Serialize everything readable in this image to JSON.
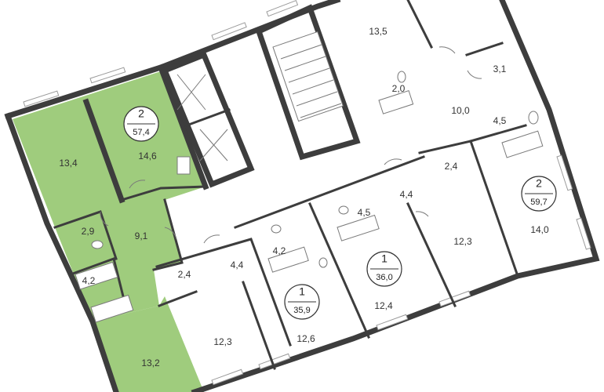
{
  "colors": {
    "highlight": "#9fcc7d",
    "wall": "#3d3d3d",
    "background": "#ffffff"
  },
  "apartments": [
    {
      "rooms": "2",
      "area": "57,4"
    },
    {
      "rooms": "2",
      "area": "59,7"
    },
    {
      "rooms": "1",
      "area": "36,0"
    },
    {
      "rooms": "1",
      "area": "35,9"
    }
  ],
  "room_areas": [
    "13,4",
    "14,6",
    "9,1",
    "2,9",
    "4,2",
    "13,2",
    "13,5",
    "2,0",
    "10,0",
    "3,1",
    "4,5",
    "2,4",
    "14,0",
    "4,4",
    "4,5",
    "12,3",
    "12,4",
    "4,2",
    "4,4",
    "2,4",
    "12,6",
    "12,3"
  ]
}
